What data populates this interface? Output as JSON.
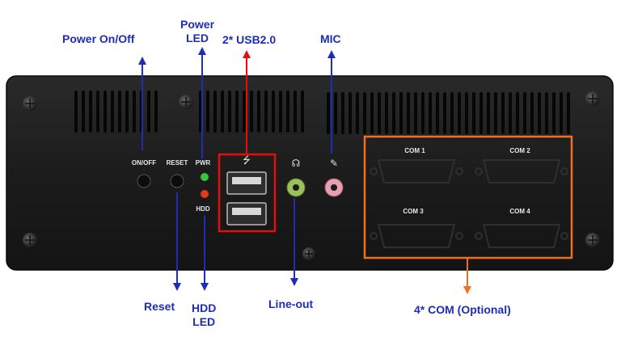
{
  "callouts": {
    "power_onoff": "Power On/Off",
    "power_led_1": "Power",
    "power_led_2": "LED",
    "usb": "2* USB2.0",
    "mic": "MIC",
    "reset": "Reset",
    "hdd_led_1": "HDD",
    "hdd_led_2": "LED",
    "lineout": "Line-out",
    "com": "4* COM (Optional)"
  },
  "panel_labels": {
    "onoff": "ON/OFF",
    "reset": "RESET",
    "pwr": "PWR",
    "hdd": "HDD",
    "com1": "COM 1",
    "com2": "COM 2",
    "com3": "COM 3",
    "com4": "COM 4"
  },
  "colors": {
    "callout_text": "#1d2db8",
    "usb_highlight": "#e01010",
    "com_highlight": "#f07020",
    "power_led": "#3cc43c",
    "hdd_led": "#e03a1a",
    "mic_jack": "#e8a0b0",
    "lineout_jack": "#9bc25a"
  }
}
